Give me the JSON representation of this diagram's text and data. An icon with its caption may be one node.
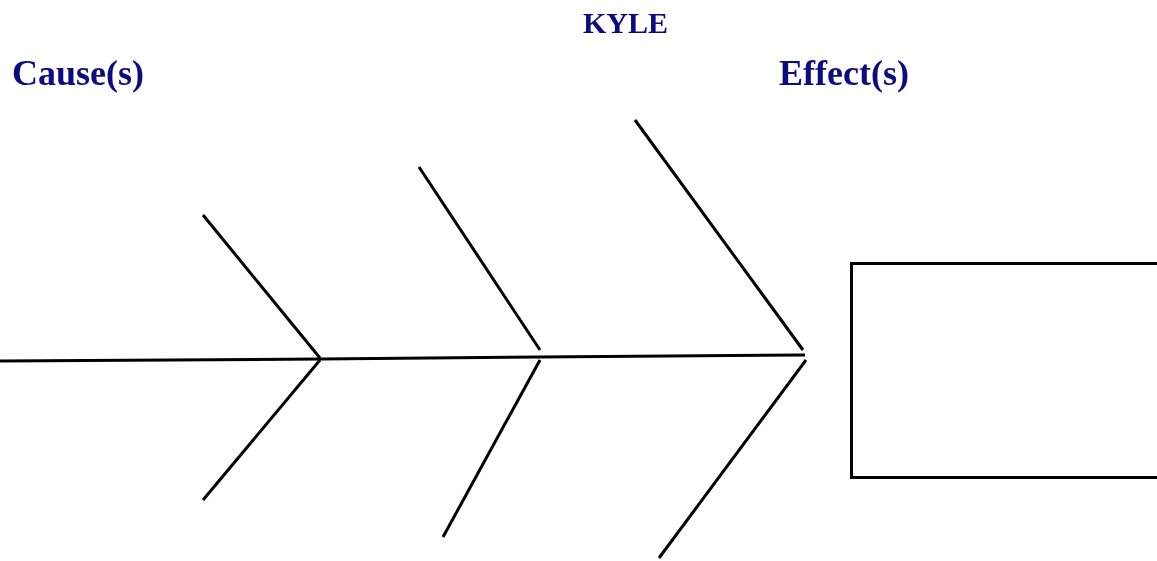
{
  "diagram": {
    "title": "KYLE",
    "nodes": [
      {
        "text": [],
        "shape": "box"
      }
    ],
    "labels": [
      "Cause(s)",
      "Effect(s)"
    ]
  }
}
